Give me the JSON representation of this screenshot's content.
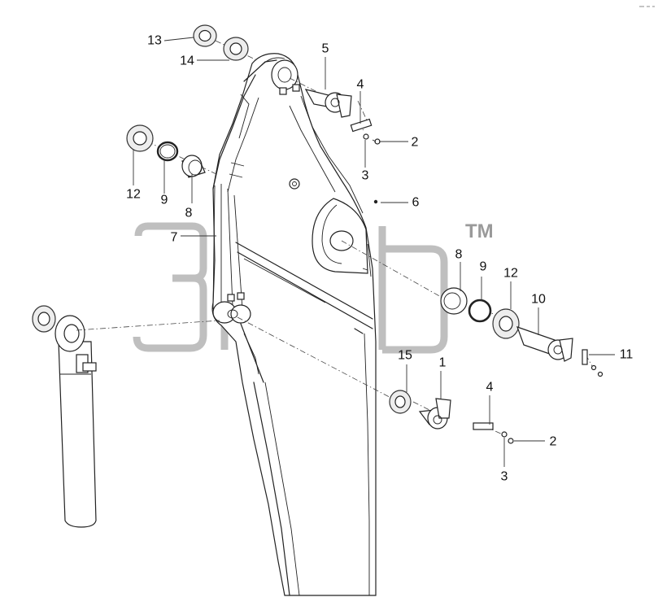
{
  "diagram": {
    "callouts": {
      "c1": "1",
      "c2a": "2",
      "c2b": "2",
      "c3a": "3",
      "c3b": "3",
      "c4a": "4",
      "c4b": "4",
      "c5": "5",
      "c6": "6",
      "c7": "7",
      "c8a": "8",
      "c8b": "8",
      "c9a": "9",
      "c9b": "9",
      "c10": "10",
      "c11": "11",
      "c12a": "12",
      "c12b": "12",
      "c13": "13",
      "c14": "14",
      "c15": "15"
    },
    "watermark": {
      "trademark": "TM"
    },
    "colors": {
      "line": "#222222",
      "washer_fill": "#ededed",
      "watermark": "#8a8a8a"
    }
  }
}
